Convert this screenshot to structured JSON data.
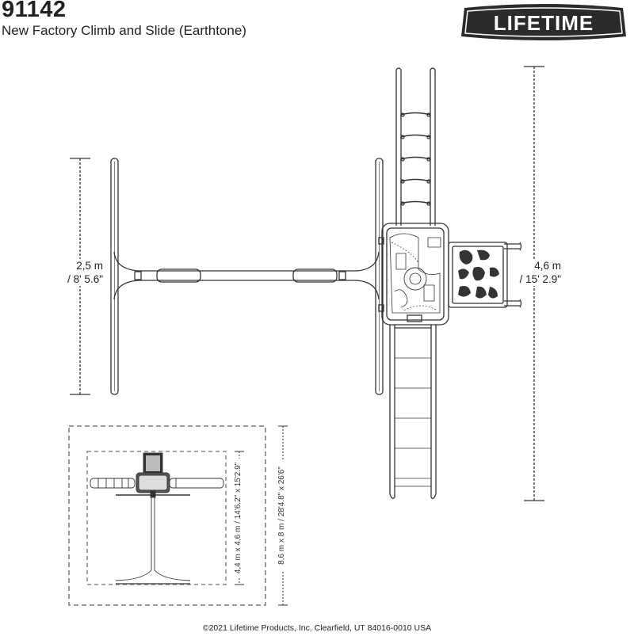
{
  "header": {
    "model_number": "91142",
    "product_name": "New Factory Climb and Slide (Earthtone)"
  },
  "logo": {
    "text": "LIFETIME",
    "color": "#2b2b2b"
  },
  "dimensions": {
    "swing_beam_height": {
      "metric": "2,5 m",
      "imperial": "/ 8' 5.6\""
    },
    "overall_length": {
      "metric": "4,6 m",
      "imperial": "/ 15' 2.9\""
    },
    "play_area": "4,4 m x 4,6 m / 14'6.2\" x 15'2.9\"",
    "safety_zone": "8,6 m x 8 m / 28'4.8\" x 26'6\""
  },
  "footer": {
    "copyright": "©2021 Lifetime Products, Inc. Clearfield, UT 84016-0010 USA"
  }
}
